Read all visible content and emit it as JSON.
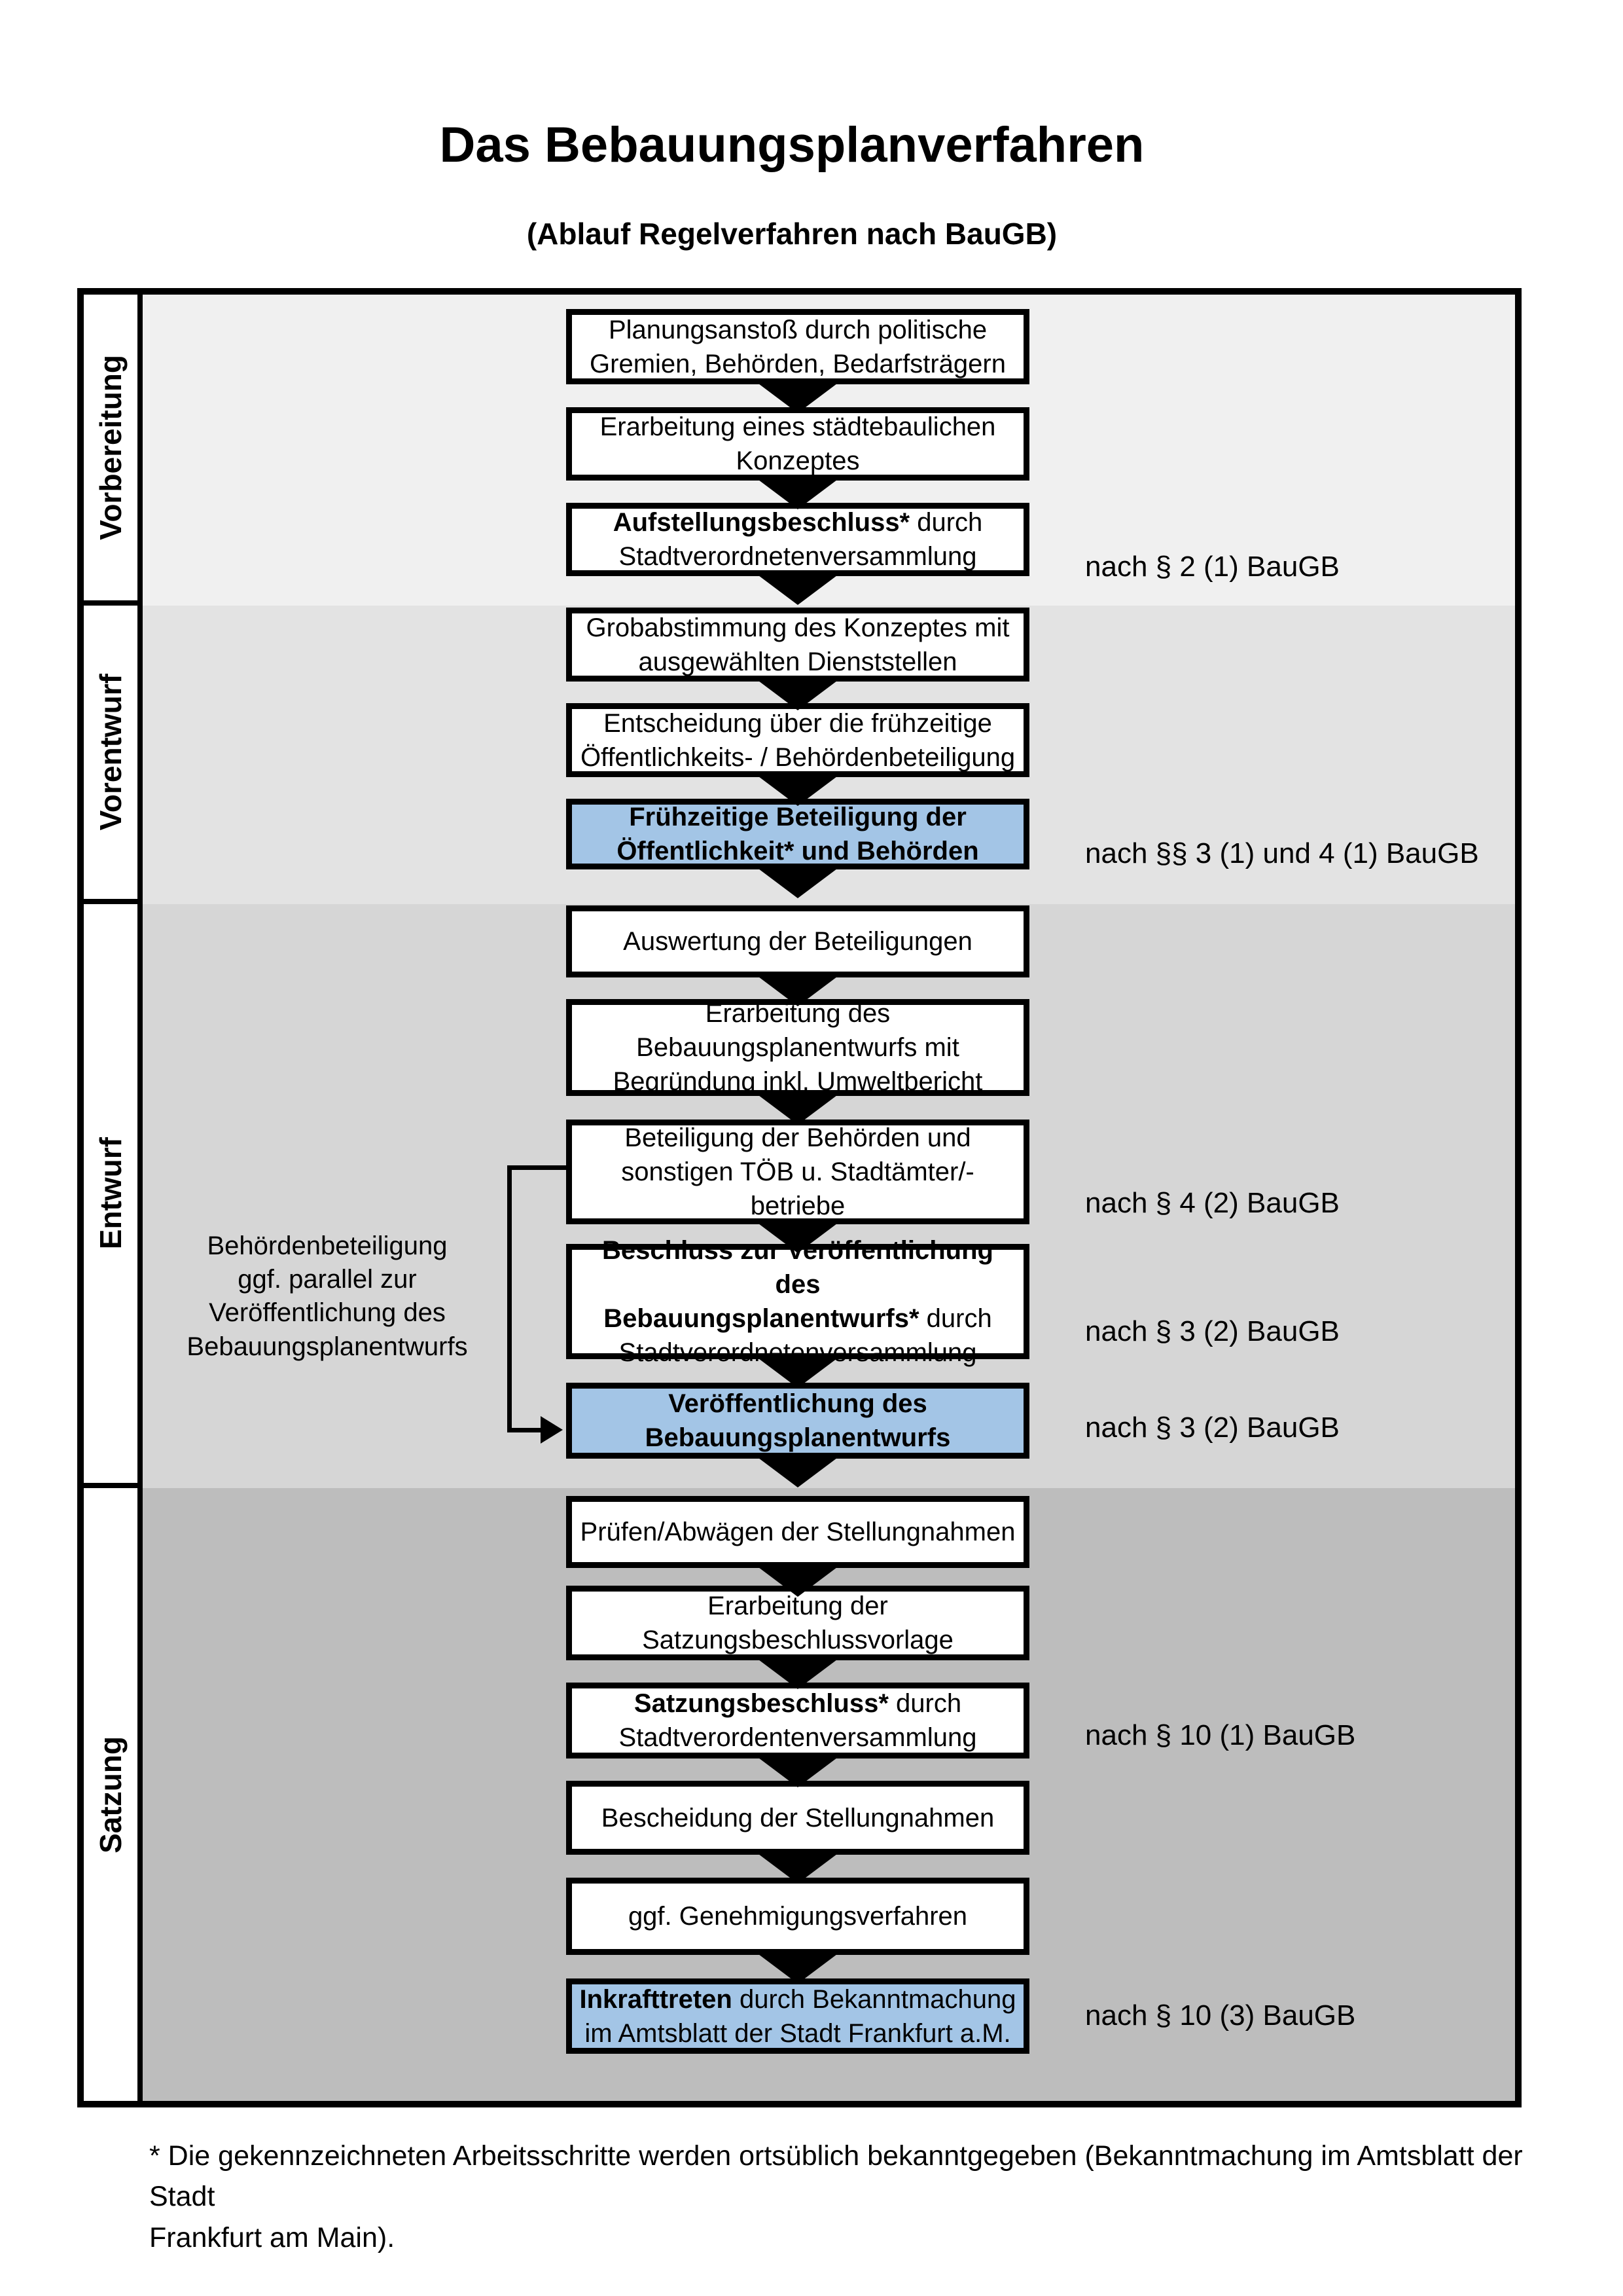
{
  "title": "Das Bebauungsplanverfahren",
  "subtitle": "(Ablauf Regelverfahren nach BauGB)",
  "phases": [
    {
      "label": "Vorbereitung"
    },
    {
      "label": "Vorentwurf"
    },
    {
      "label": "Entwurf"
    },
    {
      "label": "Satzung"
    }
  ],
  "boxes": {
    "b1": {
      "text": "Planungsanstoß durch politische\nGremien, Behörden, Bedarfsträgern"
    },
    "b2": {
      "text": "Erarbeitung eines städtebaulichen\nKonzeptes"
    },
    "b3": {
      "bold": "Aufstellungsbeschluss*",
      "rest": " durch\nStadtverordnetenversammlung"
    },
    "b4": {
      "text": "Grobabstimmung des Konzeptes mit\nausgewählten Dienststellen"
    },
    "b5": {
      "text": "Entscheidung über die frühzeitige\nÖffentlichkeits- / Behördenbeteiligung"
    },
    "b6": {
      "bold": "Frühzeitige Beteiligung der\nÖffentlichkeit* und Behörden"
    },
    "b7": {
      "text": "Auswertung der Beteiligungen"
    },
    "b8": {
      "text": "Erarbeitung des\nBebauungsplanentwurfs mit\nBegründung inkl. Umweltbericht"
    },
    "b9": {
      "text": "Beteiligung der Behörden und\nsonstigen TÖB u. Stadtämter/-betriebe"
    },
    "b10": {
      "bold": "Beschluss zur Veröffentlichung des\nBebauungsplanentwurfs*",
      "rest": " durch\nStadtverordnetenversammlung"
    },
    "b11": {
      "bold": "Veröffentlichung des\nBebauungsplanentwurfs"
    },
    "b12": {
      "text": "Prüfen/Abwägen der Stellungnahmen"
    },
    "b13": {
      "text": "Erarbeitung der\nSatzungsbeschlussvorlage"
    },
    "b14": {
      "bold": "Satzungsbeschluss*",
      "rest": " durch\nStadtverordentenversammlung"
    },
    "b15": {
      "text": "Bescheidung der Stellungnahmen"
    },
    "b16": {
      "text": "ggf. Genehmigungsverfahren"
    },
    "b17": {
      "bold": "Inkrafttreten",
      "rest": " durch Bekanntmachung\nim Amtsblatt der Stadt Frankfurt a.M."
    }
  },
  "refs": [
    "nach § 2 (1) BauGB",
    "nach §§ 3 (1) und 4 (1) BauGB",
    "nach § 4 (2) BauGB",
    "nach § 3 (2) BauGB",
    "nach § 3 (2) BauGB",
    "nach § 10 (1) BauGB",
    "nach § 10 (3) BauGB"
  ],
  "side_note": "Behördenbeteiligung\nggf. parallel zur\nVeröffentlichung des\nBebauungsplanentwurfs",
  "footnote": "* Die gekennzeichneten Arbeitsschritte werden ortsüblich bekanntgegeben (Bekanntmachung im Amtsblatt der Stadt\nFrankfurt am Main).",
  "colors": {
    "highlight_blue": "#a3c5e6",
    "phase1_bg": "#f0f0f0",
    "phase2_bg": "#e3e3e3",
    "phase3_bg": "#d6d6d6",
    "phase4_bg": "#bdbdbd"
  }
}
